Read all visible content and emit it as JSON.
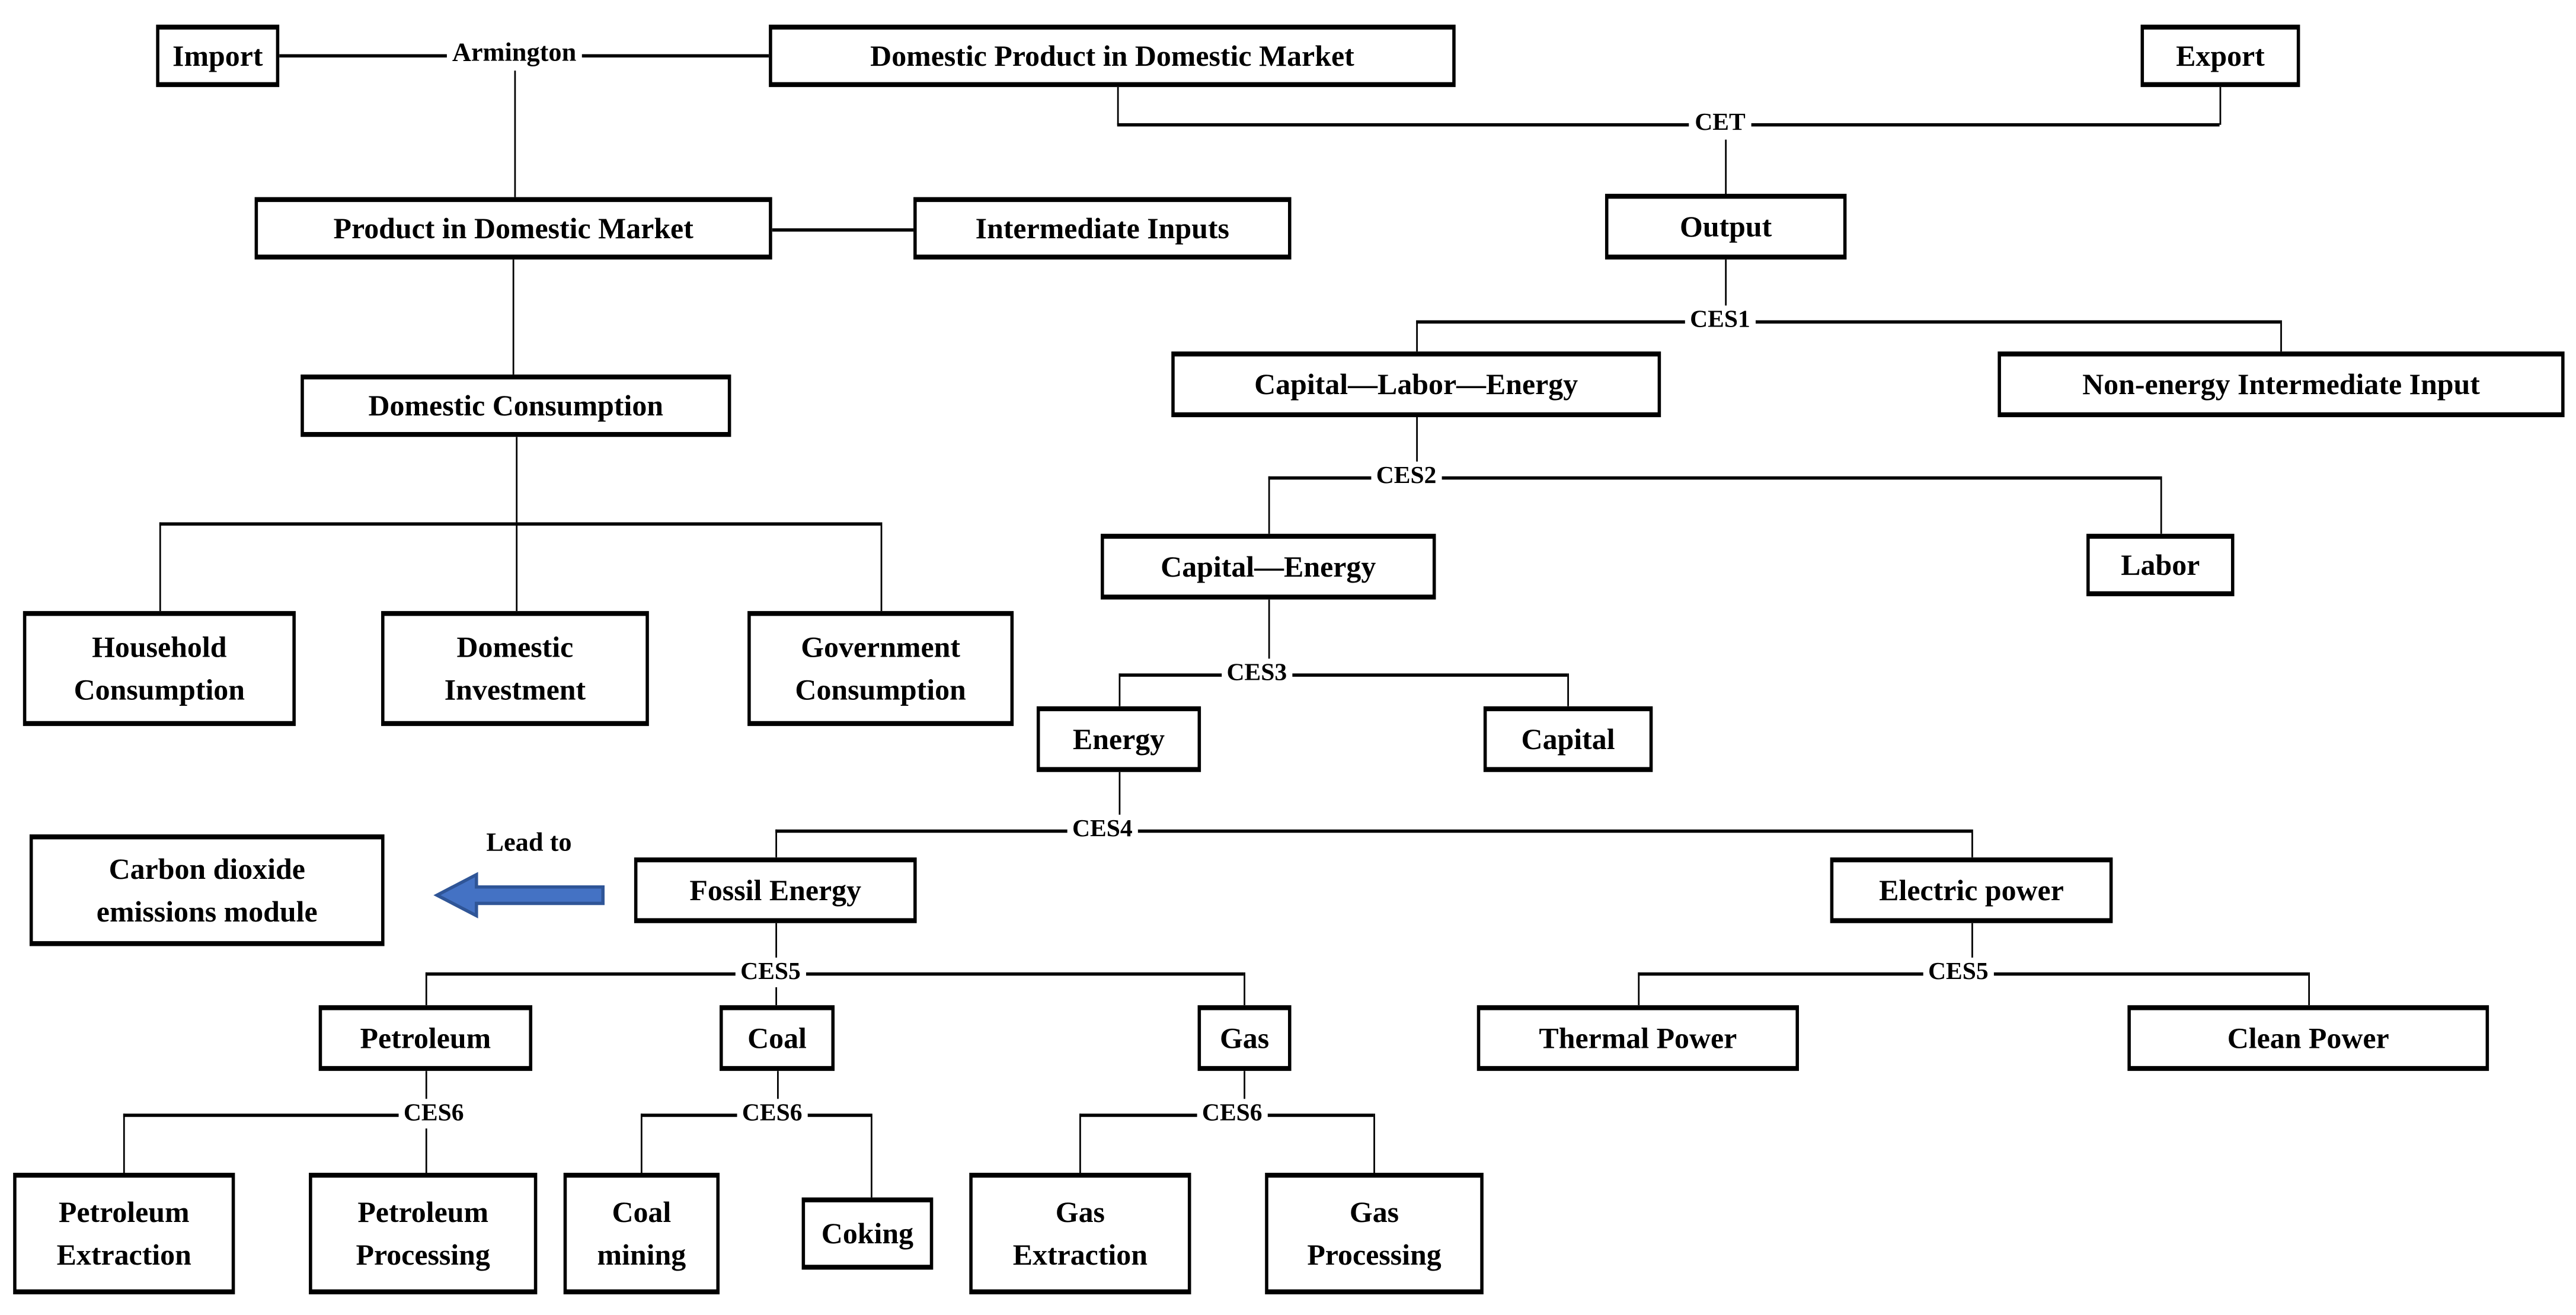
{
  "boxes": {
    "import": "Import",
    "domestic_product": "Domestic Product in Domestic Market",
    "export": "Export",
    "product_in_domestic_market": "Product in Domestic Market",
    "intermediate_inputs": "Intermediate Inputs",
    "output": "Output",
    "domestic_consumption": "Domestic Consumption",
    "capital_labor_energy": "Capital—Labor—Energy",
    "non_energy_intermediate_input": "Non-energy Intermediate Input",
    "capital_energy": "Capital—Energy",
    "labor": "Labor",
    "energy": "Energy",
    "capital": "Capital",
    "co2_module": "Carbon dioxide\nemissions module",
    "fossil_energy": "Fossil Energy",
    "electric_power": "Electric power",
    "petroleum": "Petroleum",
    "coal": "Coal",
    "gas": "Gas",
    "thermal_power": "Thermal Power",
    "clean_power": "Clean Power",
    "petroleum_extraction": "Petroleum\nExtraction",
    "petroleum_processing": "Petroleum\nProcessing",
    "coal_mining": "Coal\nmining",
    "coking": "Coking",
    "gas_extraction": "Gas\nExtraction",
    "gas_processing": "Gas\nProcessing"
  },
  "labels": {
    "armington": "Armington",
    "cet": "CET",
    "ces1": "CES1",
    "ces2": "CES2",
    "ces3": "CES3",
    "ces4": "CES4",
    "ces5_left": "CES5",
    "ces5_right": "CES5",
    "ces6_petroleum": "CES6",
    "ces6_coal": "CES6",
    "ces6_gas": "CES6",
    "lead_to": "Lead to"
  },
  "colors": {
    "line": "#000000",
    "arrow_fill": "#4472C4",
    "arrow_stroke": "#2F5597"
  }
}
